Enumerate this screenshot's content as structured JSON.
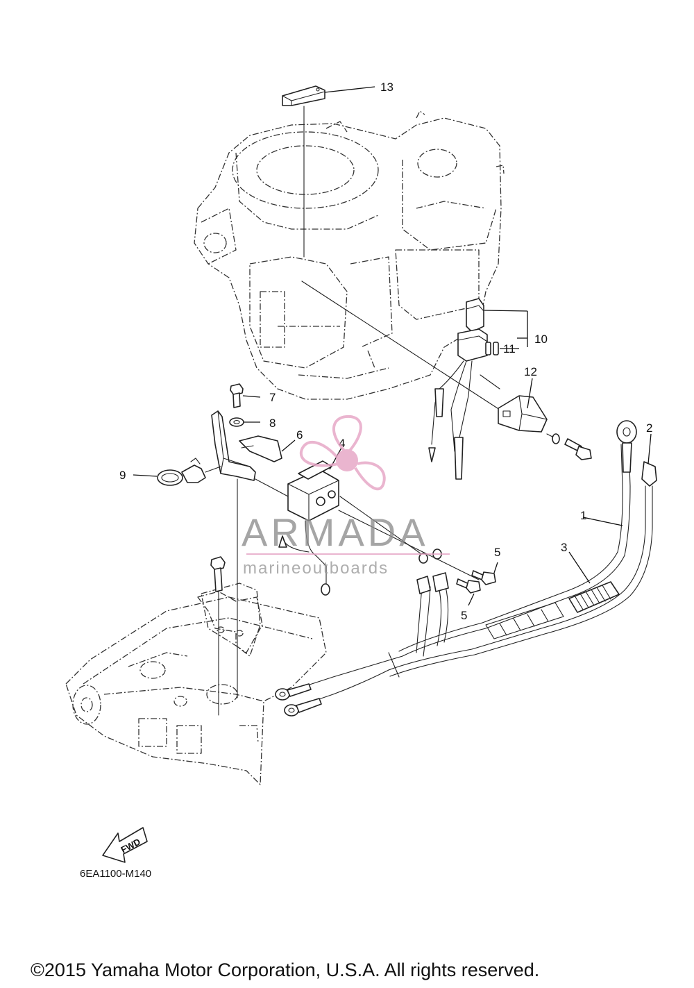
{
  "diagram": {
    "callouts": [
      "1",
      "2",
      "3",
      "4",
      "5",
      "5",
      "6",
      "7",
      "8",
      "9",
      "10",
      "11",
      "12",
      "13"
    ],
    "drawing_code": "6EA1100-M140",
    "fwd_label": "FWD",
    "copyright": "©2015 Yamaha Motor Corporation, U.S.A. All rights reserved."
  },
  "watermark": {
    "brand": "ARMADA",
    "tagline": "marineoutboards",
    "accent_color": "#e6a3c4"
  }
}
